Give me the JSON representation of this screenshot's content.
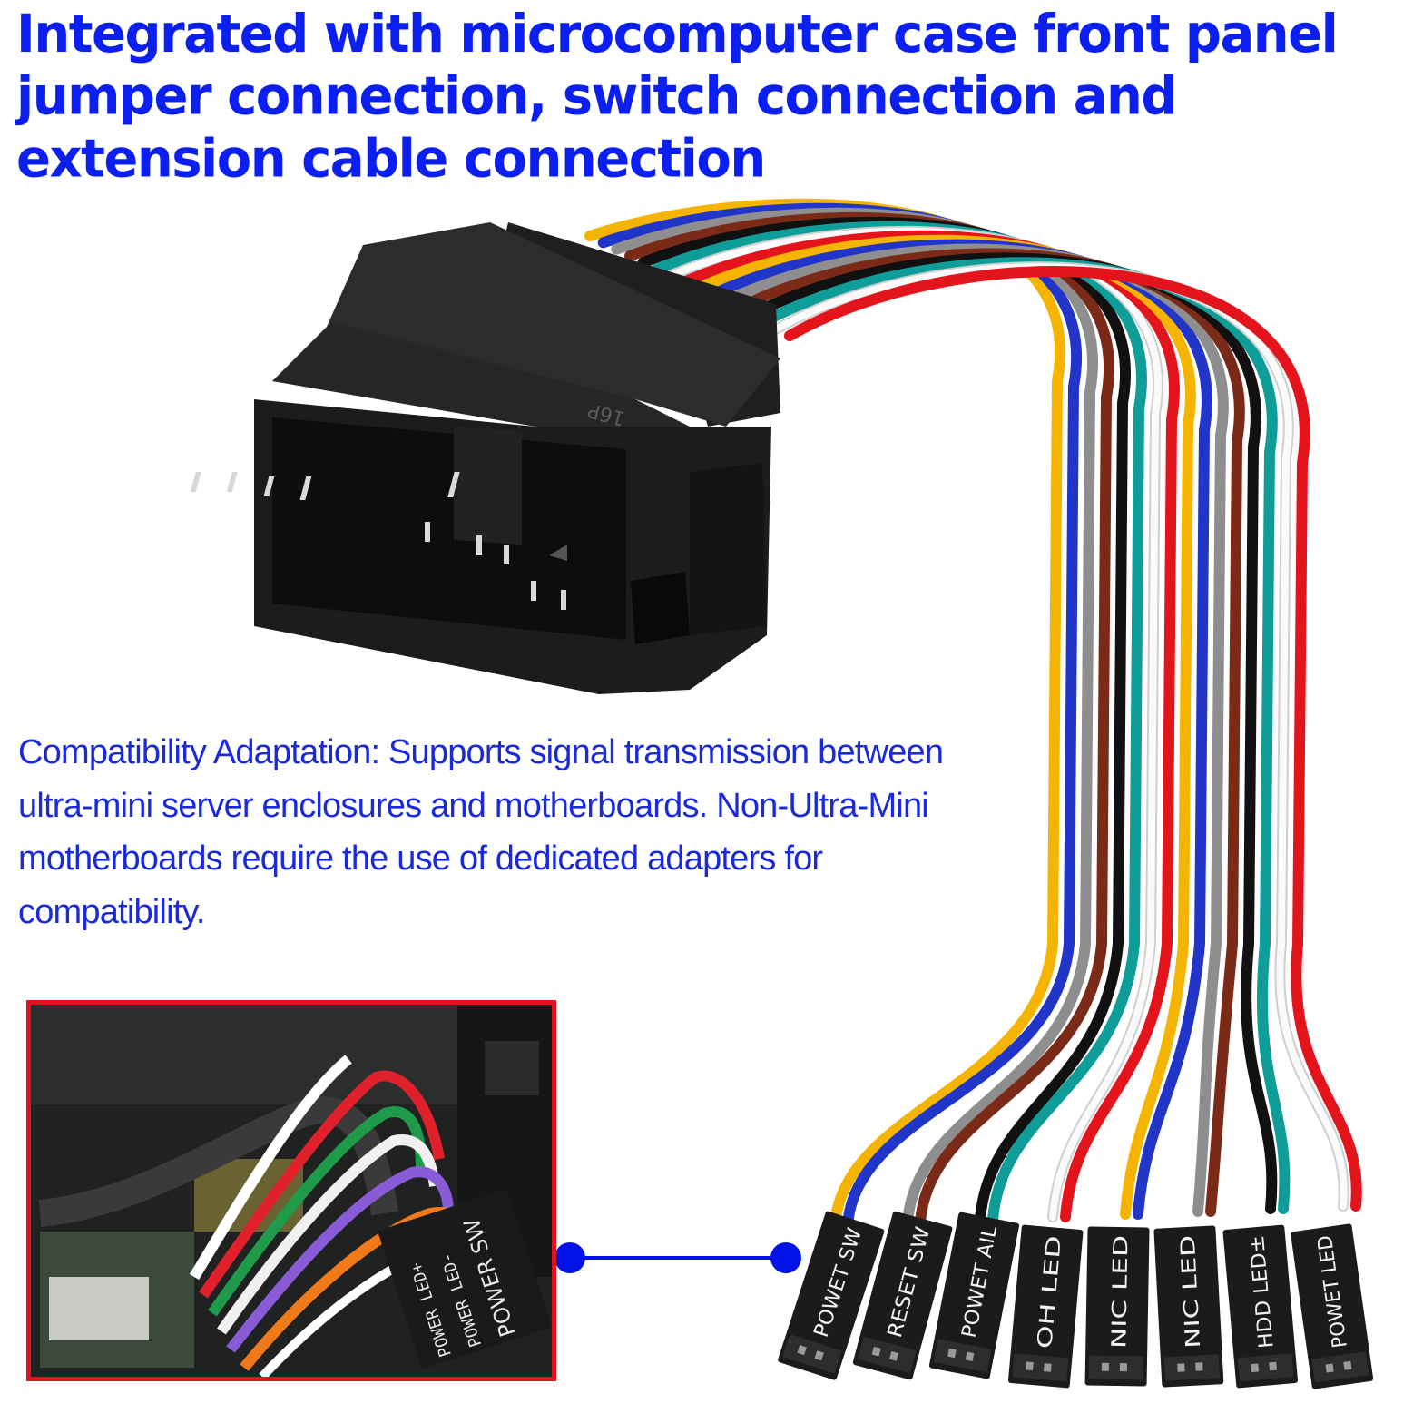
{
  "headline": "Integrated with microcomputer case front panel jumper connection, switch connection and extension cable connection",
  "description": "Compatibility Adaptation: Supports signal transmission between ultra-mini server enclosures and motherboards. Non-Ultra-Mini motherboards require the use of dedicated adapters for compatibility.",
  "connector_label": "16P",
  "plug_labels": [
    "POWET SW",
    "RESET SW",
    "POWET AIL",
    "OH LED",
    "NIC LED",
    "NIC LED",
    "HDD LED±",
    "POWET LED"
  ],
  "inset_labels": [
    "POWER LED+",
    "POWER LED-",
    "POWER SW"
  ],
  "colors": {
    "headline": "#0a1ff0",
    "description": "#1a2ad8",
    "inset_border": "#e0141c",
    "callout": "#0012e8",
    "wires": [
      "#f5b400",
      "#2136c8",
      "#8e8e8e",
      "#7a2a16",
      "#111111",
      "#0f9d9a",
      "#f4f4f4",
      "#e3141c"
    ]
  }
}
